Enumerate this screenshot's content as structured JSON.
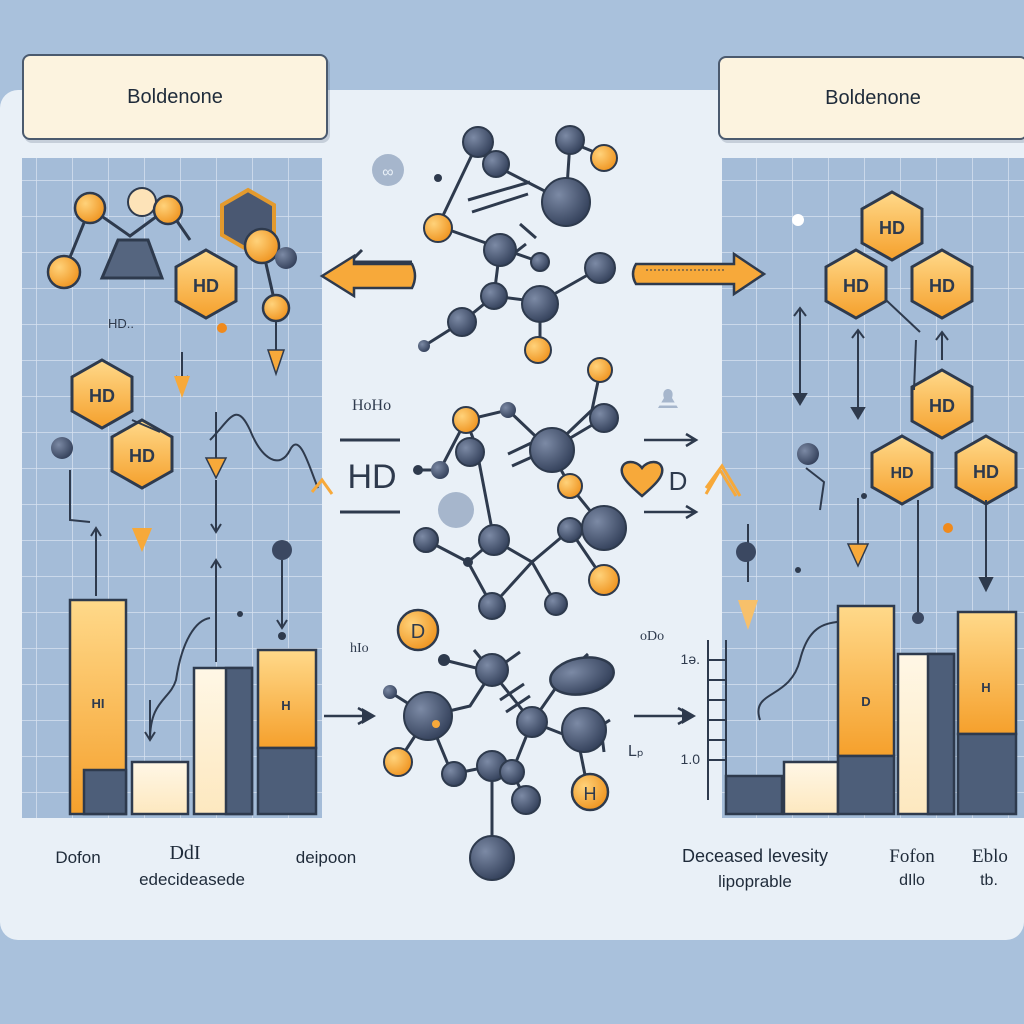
{
  "titles": {
    "left": "Boldenone",
    "right": "Boldenone"
  },
  "hexagon_labels": {
    "hd": "HD",
    "hd_caption": "HD.."
  },
  "center_labels": {
    "hotlo": "HoHo",
    "hd_big": "HD",
    "heart_d": "D",
    "hbo": "hIo",
    "circle_d": "D",
    "odo": "oDo",
    "circle_h": "H",
    "lp": "Lₚ"
  },
  "bar_labels": {
    "left_hi": "HI",
    "left_h": "H",
    "right_d": "D",
    "right_h": "H"
  },
  "scale_labels": {
    "top": "1ə.",
    "bottom": "1.0"
  },
  "bottom_labels": {
    "dofon": "Dofon",
    "ddl": "DdI",
    "edecideasede": "edecideasede",
    "deipoon": "deipoon",
    "decreased": "Deceased levesity",
    "lipoprable": "lipoprable",
    "fofon": "Fofon",
    "dilo": "dIlo",
    "eblo": "Eblo",
    "tb": "tb."
  },
  "colors": {
    "background": "#a9c1dc",
    "panel": "#e9f0f7",
    "grid_panel": "#a4bcd8",
    "orange": "#f7a93a",
    "orange_light": "#ffd98a",
    "cream": "#fcf3df",
    "slate": "#4d5e79",
    "ink": "#2e3a4d"
  }
}
